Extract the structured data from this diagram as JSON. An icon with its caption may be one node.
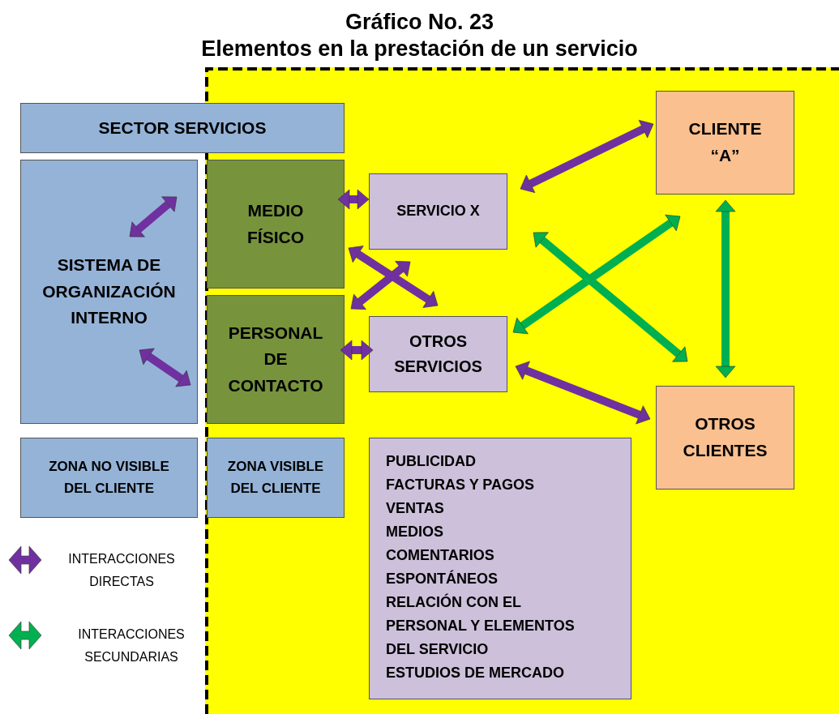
{
  "diagram": {
    "title": "Gráfico No. 23",
    "nodes": [
      {
        "text": [
          "SECTOR SERVICIOS"
        ]
      },
      {
        "text": [
          "SISTEMA DE ORGANIZACIÓN INTERNO"
        ]
      },
      {
        "text": [
          "MEDIO FÍSICO"
        ]
      },
      {
        "text": [
          "PERSONAL DE CONTACTO"
        ]
      },
      {
        "text": [
          "SERVICIO X"
        ]
      },
      {
        "text": [
          "OTROS SERVICIOS"
        ]
      },
      {
        "text": [
          "CLIENTE “A”"
        ]
      },
      {
        "text": [
          "OTROS CLIENTES"
        ]
      },
      {
        "text": [
          "ZONA NO VISIBLE DEL CLIENTE"
        ]
      },
      {
        "text": [
          "ZONA VISIBLE DEL CLIENTE"
        ]
      },
      {
        "text": [
          "PUBLICIDAD",
          "FACTURAS Y PAGOS",
          "VENTAS",
          "MEDIOS",
          "COMENTARIOS",
          "ESPONTÁNEOS",
          "RELACIÓN CON EL",
          "PERSONAL Y ELEMENTOS",
          "DEL SERVICIO",
          "ESTUDIOS DE MERCADO"
        ]
      }
    ],
    "edges": [
      {
        "from": 1,
        "to": 2,
        "arrow": "both"
      },
      {
        "from": 1,
        "to": 3,
        "arrow": "both"
      },
      {
        "from": 2,
        "to": 4,
        "arrow": "both"
      },
      {
        "from": 3,
        "to": 5,
        "arrow": "both"
      },
      {
        "from": 2,
        "to": 5,
        "arrow": "both"
      },
      {
        "from": 3,
        "to": 4,
        "arrow": "both"
      },
      {
        "from": 4,
        "to": 6,
        "arrow": "both"
      },
      {
        "from": 5,
        "to": 7,
        "arrow": "both"
      },
      {
        "from": 4,
        "to": 7,
        "arrow": "both",
        "color": "#00b050"
      },
      {
        "from": 5,
        "to": 6,
        "arrow": "both",
        "color": "#00b050"
      },
      {
        "from": 6,
        "to": 7,
        "arrow": "both",
        "color": "#00b050"
      }
    ],
    "labels": [
      "Elementos en la prestación de un servicio"
    ],
    "legend": [
      {
        "text": "INTERACCIONES DIRECTAS",
        "color": "#7030a0"
      },
      {
        "text": "INTERACCIONES SECUNDARIAS",
        "color": "#00b050"
      }
    ]
  }
}
